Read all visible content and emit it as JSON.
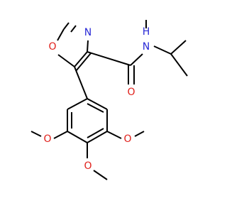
{
  "colors": {
    "bond": "#000000",
    "oxygen": "#e0201b",
    "nitrogen": "#2a2ad6",
    "background": "#ffffff"
  },
  "atoms": {
    "ring_oxygen": "O",
    "ring_nitrogen": "N",
    "amide_nh": "H",
    "amide_n": "N",
    "carbonyl_oxygen": "O",
    "methoxy_left": "O",
    "methoxy_right": "O",
    "methoxy_bottom": "O"
  }
}
